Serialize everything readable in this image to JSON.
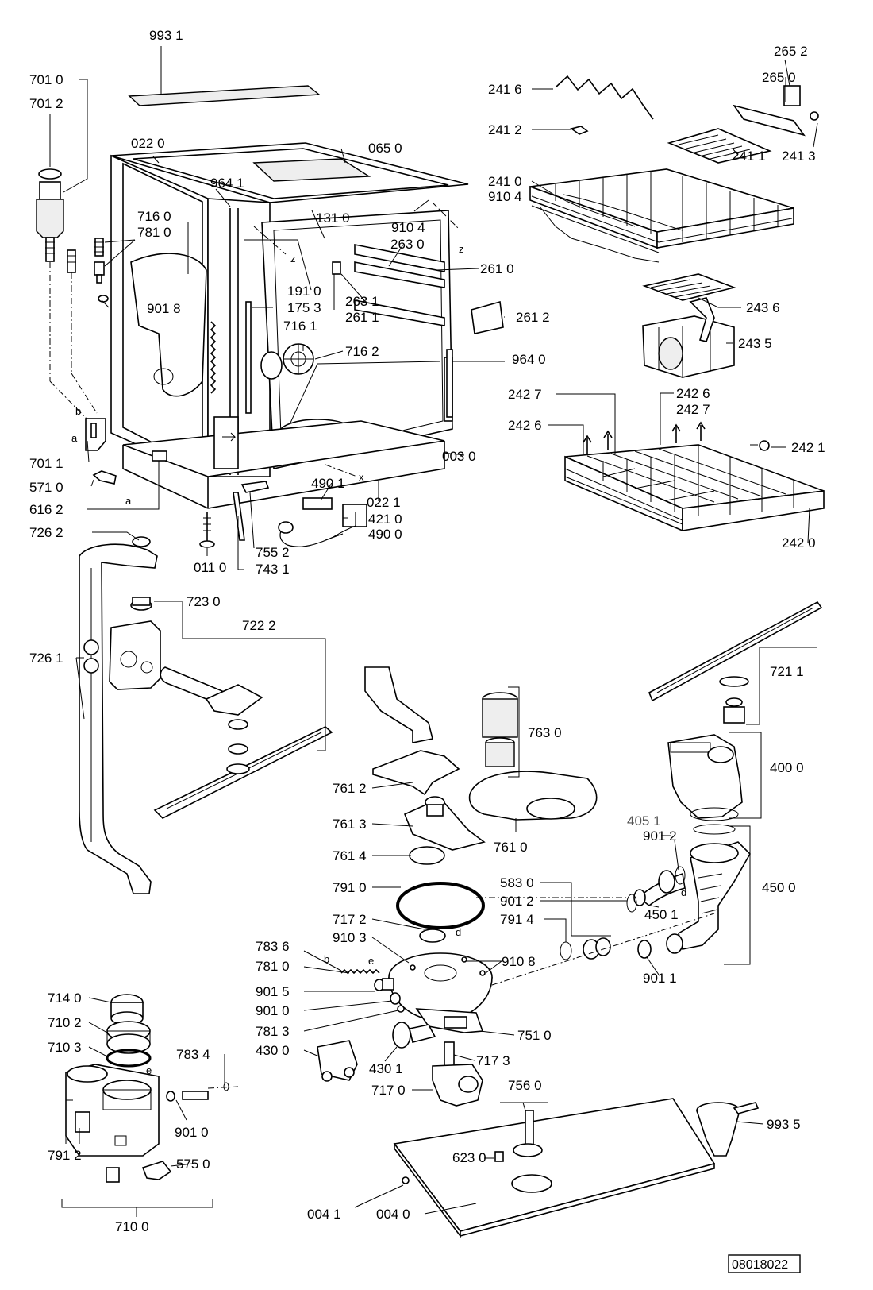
{
  "labels": {
    "l9931": "993 1",
    "l7010": "701 0",
    "l7012": "701 2",
    "l0220": "022 0",
    "l0650": "065 0",
    "l9641": "964 1",
    "l7160": "716 0",
    "l7810a": "781 0",
    "l9018": "901 8",
    "l1310": "131 0",
    "l9104": "910 4",
    "l2630": "263 0",
    "l2610": "261 0",
    "l1910": "191 0",
    "l1753": "175 3",
    "l2631": "263 1",
    "l2611": "261 1",
    "l2612": "261 2",
    "l7161": "716 1",
    "l7162": "716 2",
    "l9640": "964 0",
    "l7011": "701 1",
    "l5710": "571 0",
    "l6162": "616 2",
    "l0030": "003 0",
    "l0221": "022 1",
    "l4901": "490 1",
    "l4210": "421 0",
    "l4900": "490 0",
    "l7262": "726 2",
    "l0110": "011 0",
    "l7552": "755 2",
    "l7431": "743 1",
    "l2652": "265 2",
    "l2650": "265 0",
    "l2416": "241 6",
    "l2412": "241 2",
    "l2411": "241 1",
    "l2413": "241 3",
    "l2410": "241 0",
    "l9104b": "910 4",
    "l2436": "243 6",
    "l2435": "243 5",
    "l2427a": "242 7",
    "l2426a": "242 6",
    "l2427b": "242 7",
    "l2426b": "242 6",
    "l2421": "242 1",
    "l2420": "242 0",
    "l7230": "723 0",
    "l7222": "722 2",
    "l7261": "726 1",
    "l7211": "721 1",
    "l7630": "763 0",
    "l4000": "400 0",
    "l7612": "761 2",
    "l7613": "761 3",
    "l7614": "761 4",
    "l7610": "761 0",
    "l4051": "405 1",
    "l9012a": "901 2",
    "l4500": "450 0",
    "l7910": "791 0",
    "l5830": "583 0",
    "l9012b": "901 2",
    "l4501": "450 1",
    "l7172": "717 2",
    "l7914": "791 4",
    "l9103": "910 3",
    "l9108": "910 8",
    "l7836": "783 6",
    "l7810b": "781 0",
    "l9011": "901 1",
    "l9015": "901 5",
    "l9010a": "901 0",
    "l7813": "781 3",
    "l7510": "751 0",
    "l4300": "430 0",
    "l4301": "430 1",
    "l7173": "717 3",
    "l7140": "714 0",
    "l7102": "710 2",
    "l7103": "710 3",
    "l7834": "783 4",
    "l7170": "717 0",
    "l7560": "756 0",
    "l9010b": "901 0",
    "l7912": "791 2",
    "l5750": "575 0",
    "l6230": "623 0",
    "l9935": "993 5",
    "l7100": "710 0",
    "l0041": "004 1",
    "l0040": "004 0",
    "docnum": "08018022"
  },
  "letters": {
    "z1": "z",
    "z2": "z",
    "x": "x",
    "b1": "b",
    "a1": "a",
    "a2": "a",
    "d1": "d",
    "d2": "d",
    "b2": "b",
    "e1": "e",
    "e2": "e"
  }
}
